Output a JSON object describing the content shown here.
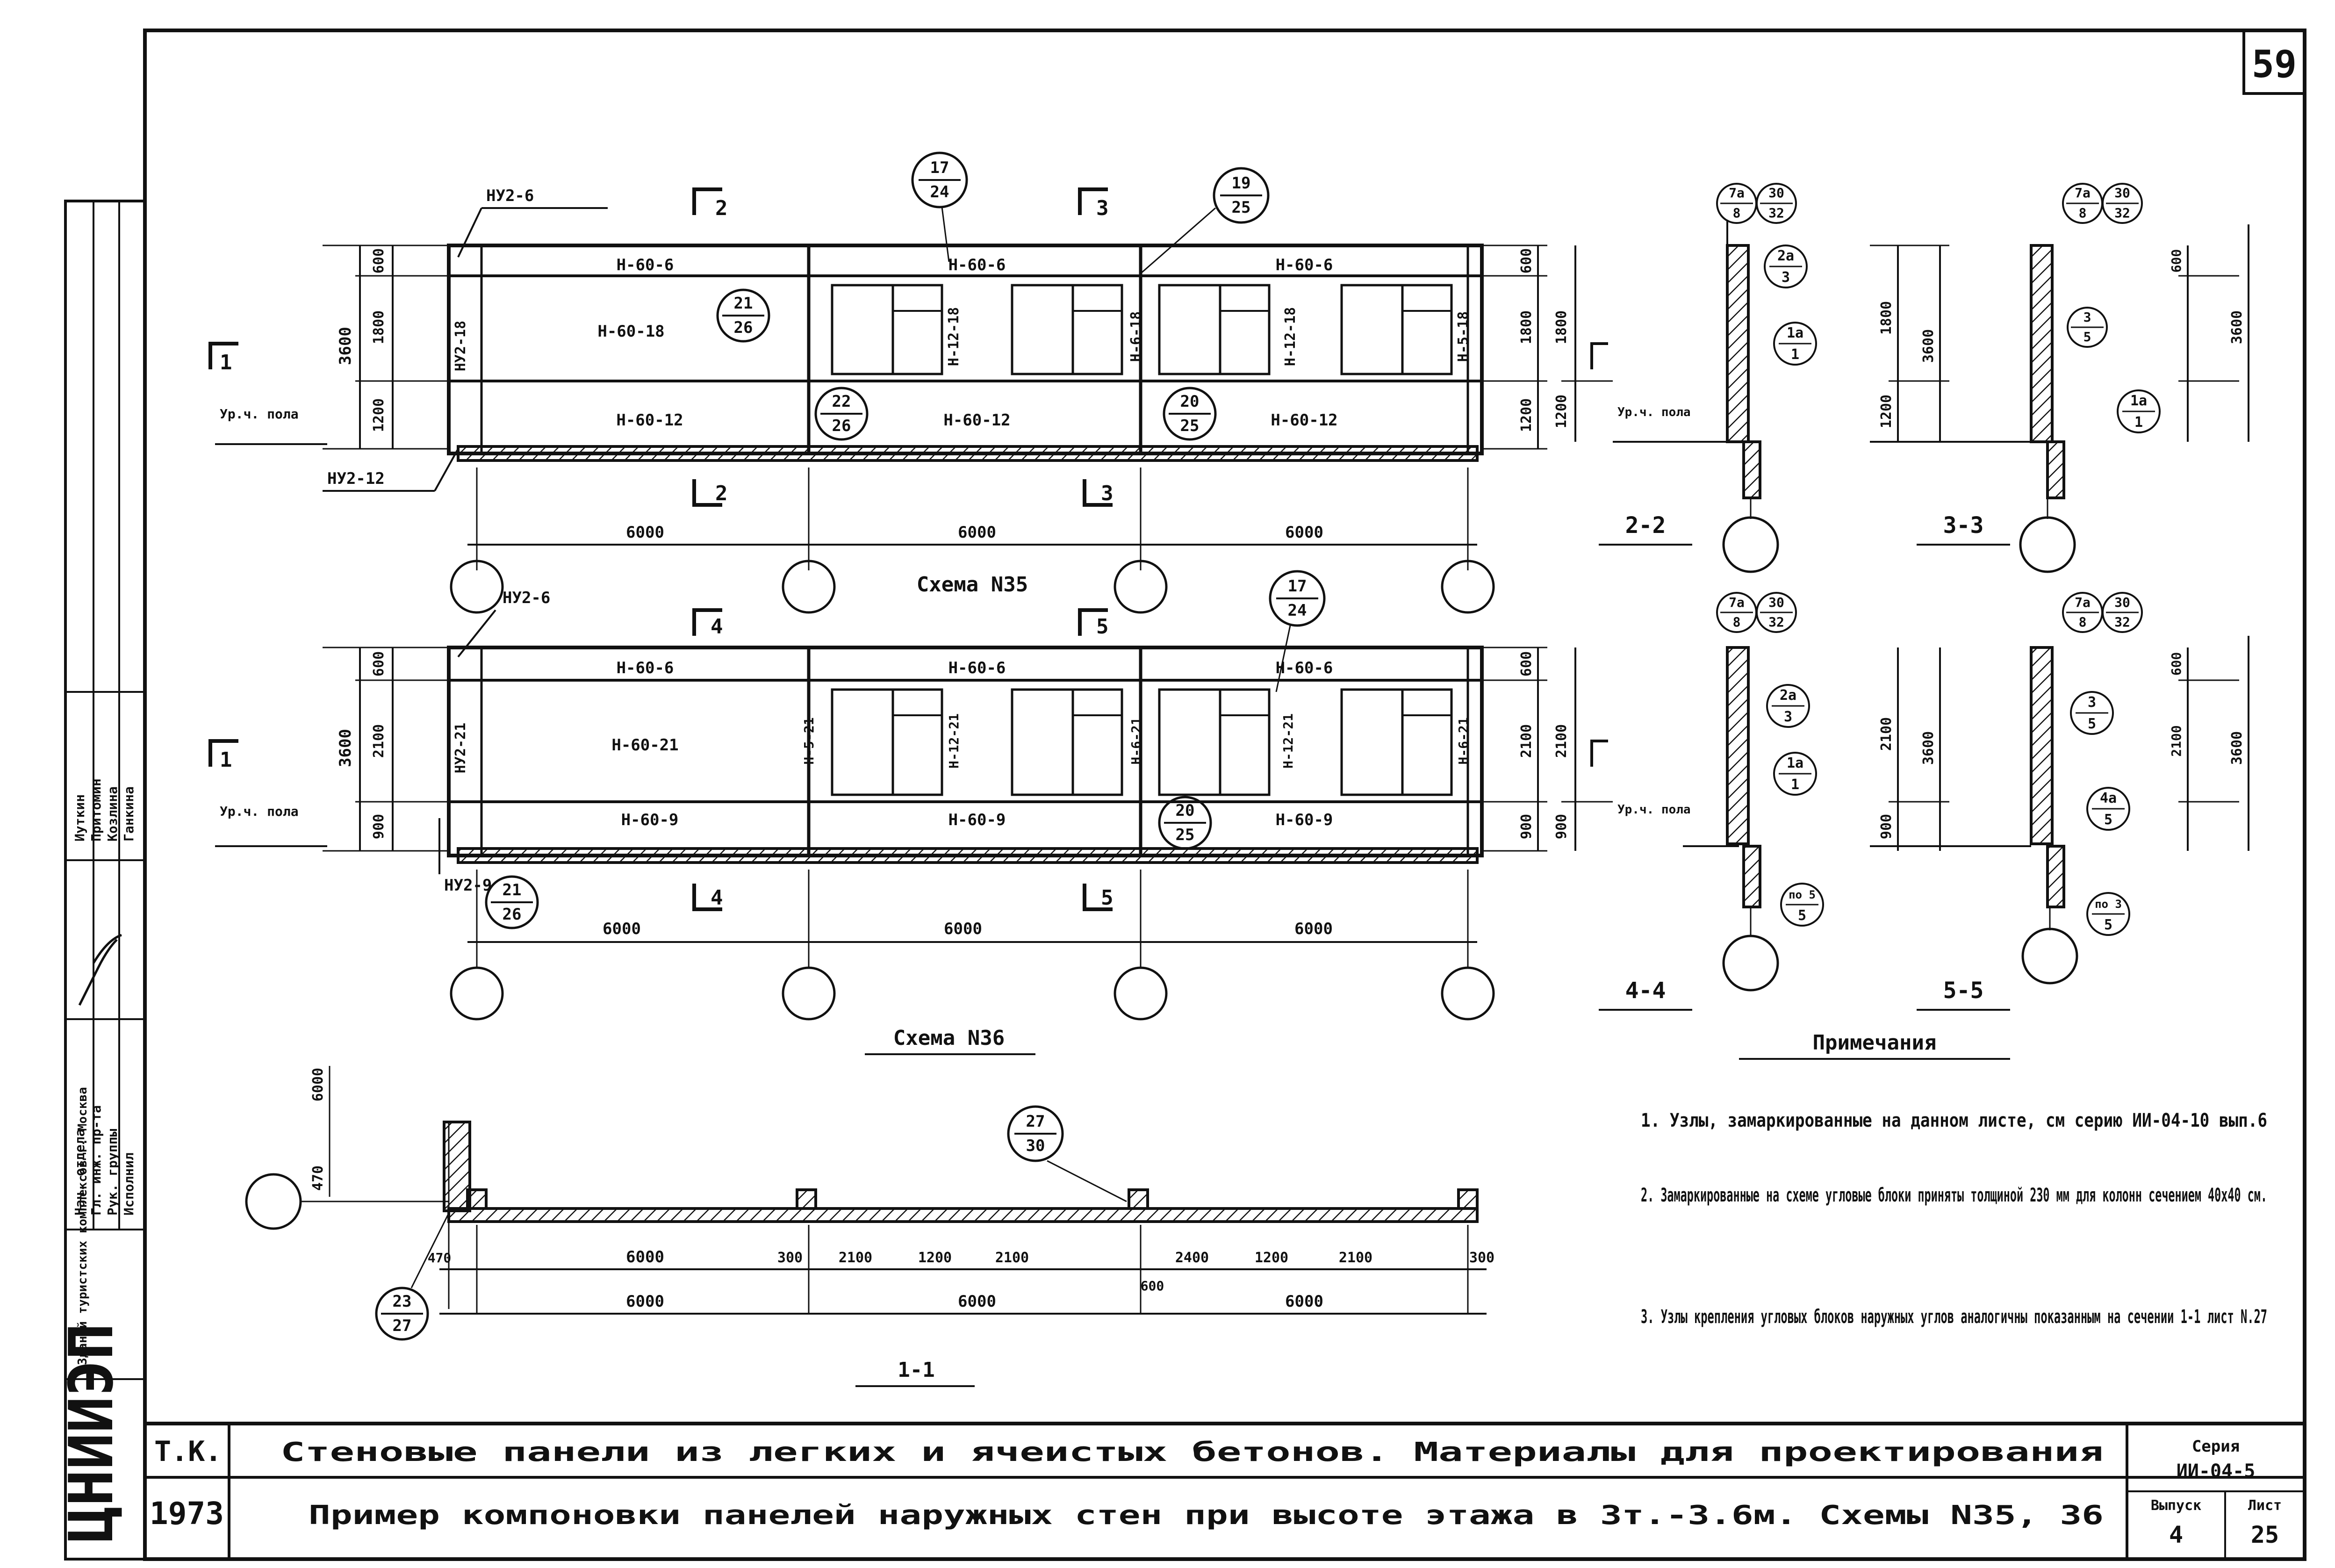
{
  "sheet_number": "59",
  "title_block": {
    "org": "Т.К.",
    "year": "1973",
    "line1": "Стеновые панели из легких и ячеистых бетонов. Материалы для проектирования",
    "line2": "Пример компоновки панелей наружных стен при высоте этажа в 3т.-3.6м. Схемы N35, 36",
    "series_label": "Серия",
    "series": "ИИ-04-5",
    "issue_label": "Выпуск",
    "issue": "4",
    "sheet_label": "Лист",
    "sheet": "25"
  },
  "side_stamp": {
    "logo": "ЦНИИЭП",
    "org_text": "Зданий туристских комплексов г. Москва",
    "roles": [
      "Нач. отдела",
      "Гл. инж. пр-та",
      "Рук. группы",
      "Исполнил"
    ],
    "names": [
      "Иуткин",
      "Притомин",
      "Козлина",
      "Ганкина"
    ]
  },
  "scheme35": {
    "label": "Схема N35",
    "section_marks": [
      "1",
      "2",
      "3",
      "2",
      "3"
    ],
    "panels_top": [
      "Н-60-6",
      "Н-60-6",
      "Н-60-6"
    ],
    "panels_mid": [
      "Н-60-18",
      "Н-12-18",
      "Н-12-18",
      "Н-6-18",
      "Н-5-18"
    ],
    "panels_bot": [
      "Н-60-12",
      "Н-60-12",
      "Н-60-12"
    ],
    "corner_top": "НУ2-6",
    "corner_mid": "НУ2-18",
    "corner_bot": "НУ2-12",
    "dims_left": [
      "600",
      "1800",
      "1200",
      "3600"
    ],
    "dims_right": [
      "600",
      "1800",
      "1200"
    ],
    "dims_bottom": [
      "6000",
      "6000",
      "6000"
    ],
    "level": "Ур.ч. пола",
    "callouts": [
      [
        "21",
        "26"
      ],
      [
        "17",
        "24"
      ],
      [
        "19",
        "25"
      ],
      [
        "22",
        "26"
      ],
      [
        "20",
        "25"
      ]
    ]
  },
  "scheme36": {
    "label": "Схема N36",
    "section_marks": [
      "1",
      "4",
      "5",
      "4",
      "5"
    ],
    "panels_top": [
      "Н-60-6",
      "Н-60-6",
      "Н-60-6"
    ],
    "panels_mid": [
      "Н-60-21",
      "Н-5-21",
      "Н-12-21",
      "Н-6-21",
      "Н-12-21",
      "Н-6-21"
    ],
    "panels_bot": [
      "Н-60-9",
      "Н-60-9",
      "Н-60-9"
    ],
    "corner_top": "НУ2-6",
    "corner_mid": "НУ2-21",
    "corner_bot": "НУ2-9",
    "dims_left": [
      "600",
      "2100",
      "900",
      "3600"
    ],
    "dims_right": [
      "600",
      "2100",
      "900"
    ],
    "dims_bottom": [
      "6000",
      "6000",
      "6000"
    ],
    "level": "Ур.ч. пола",
    "callouts": [
      [
        "17",
        "24"
      ],
      [
        "20",
        "25"
      ],
      [
        "21",
        "26"
      ]
    ]
  },
  "plan": {
    "label": "1-1",
    "dim_vert": "6000",
    "dim_small": "470",
    "dims_row1": [
      "470",
      "6000",
      "300",
      "2100",
      "1200",
      "2100",
      "2400",
      "1200",
      "2100",
      "300"
    ],
    "dims_row2": [
      "6000",
      "6000",
      "600",
      "6000"
    ],
    "callouts": [
      [
        "27",
        "30"
      ],
      [
        "23",
        "27"
      ]
    ]
  },
  "sections": [
    {
      "label": "2-2",
      "dims": [
        "1800",
        "1200"
      ],
      "callouts": [
        [
          "7а",
          "8"
        ],
        [
          "30",
          "32"
        ],
        [
          "2а",
          "3"
        ],
        [
          "1а",
          "1"
        ]
      ]
    },
    {
      "label": "3-3",
      "dims": [
        "3600",
        "1200",
        "1800",
        "600",
        "3600"
      ],
      "callouts": [
        [
          "7а",
          "8"
        ],
        [
          "30",
          "32"
        ],
        [
          "3",
          "5"
        ],
        [
          "1а",
          "1"
        ]
      ]
    },
    {
      "label": "4-4",
      "dims": [
        "2100",
        "900"
      ],
      "callouts": [
        [
          "7а",
          "8"
        ],
        [
          "30",
          "32"
        ],
        [
          "2а",
          "3"
        ],
        [
          "1а",
          "1"
        ],
        [
          "по 5",
          "5"
        ]
      ]
    },
    {
      "label": "5-5",
      "dims": [
        "3600",
        "2100",
        "900",
        "600",
        "2100",
        "3600"
      ],
      "callouts": [
        [
          "7а",
          "8"
        ],
        [
          "30",
          "32"
        ],
        [
          "3",
          "5"
        ],
        [
          "4а",
          "5"
        ],
        [
          "по 3",
          "5"
        ]
      ]
    }
  ],
  "notes": {
    "heading": "Примечания",
    "items": [
      "1. Узлы, замаркированные на данном листе, см серию ИИ-04-10 вып.6",
      "2. Замаркированные на схеме угловые блоки приняты толщиной 230 мм для колонн сечением 40x40 см.",
      "3. Узлы крепления угловых блоков наружных углов аналогичны показанным на сечении 1-1 лист N.27"
    ]
  }
}
